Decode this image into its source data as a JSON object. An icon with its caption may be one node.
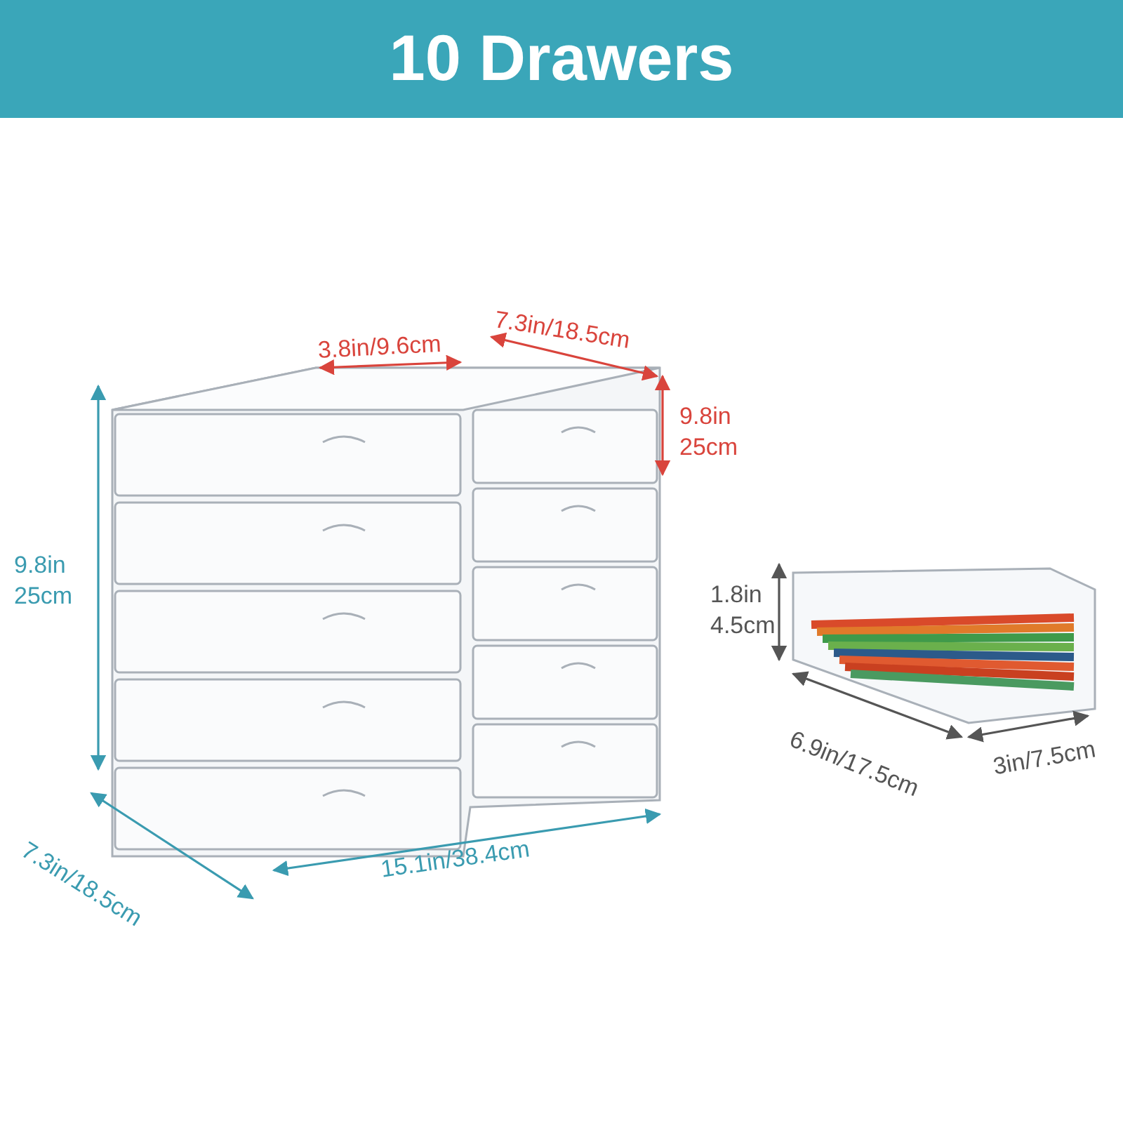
{
  "diagram": {
    "title": "10 Drawers",
    "labels": [
      "3.8in/9.6cm",
      "7.3in/18.5cm",
      "9.8in 25cm",
      "9.8in 25cm",
      "1.8in 4.5cm",
      "6.9in/17.5cm",
      "3in/7.5cm",
      "7.3in/18.5cm",
      "15.1in/38.4cm"
    ]
  }
}
